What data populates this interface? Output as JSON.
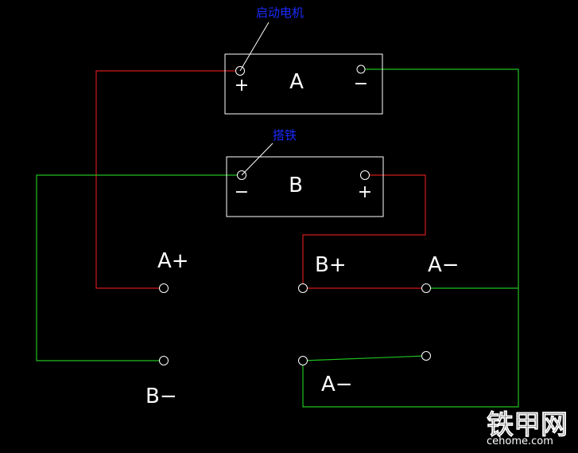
{
  "battery_a": {
    "name": "A",
    "plus": "+",
    "minus": "−"
  },
  "battery_b": {
    "name": "B",
    "plus": "+",
    "minus": "−"
  },
  "annotations": {
    "start_motor": "启动电机",
    "ground": "搭铁"
  },
  "terminals": {
    "a_plus": "A+",
    "b_plus": "B+",
    "a_minus_top": "A−",
    "b_minus": "B−",
    "a_minus_bottom": "A−"
  },
  "watermark": {
    "brand_cn": "铁甲网",
    "domain": "cehome.com"
  },
  "colors": {
    "positive_wire": "#d11a1a",
    "negative_wire": "#20c020",
    "outline": "#ffffff",
    "note": "#1a2bff",
    "background": "#000000"
  }
}
